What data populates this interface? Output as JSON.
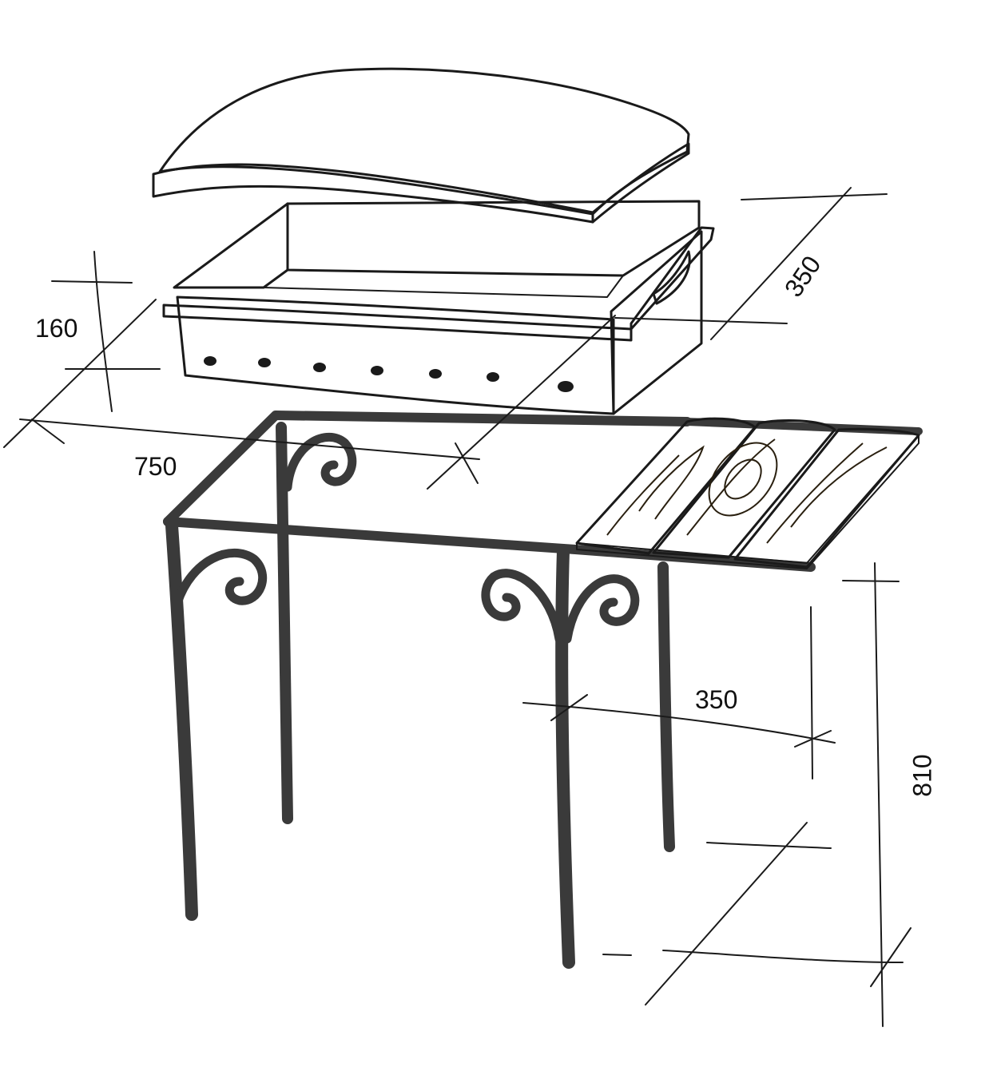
{
  "dimensions": {
    "height_box": "160",
    "length": "750",
    "depth_top": "350",
    "depth_shelf": "350",
    "height_total": "810"
  },
  "colors": {
    "ink": "#1a1a1a",
    "frame": "#3a3a3a",
    "box_front": "#ece7db",
    "box_gray": "#a8a8a8",
    "lid_cream": "#e9e3d3",
    "lid_gray": "#9e9e9e",
    "wood": "#b89a66"
  }
}
